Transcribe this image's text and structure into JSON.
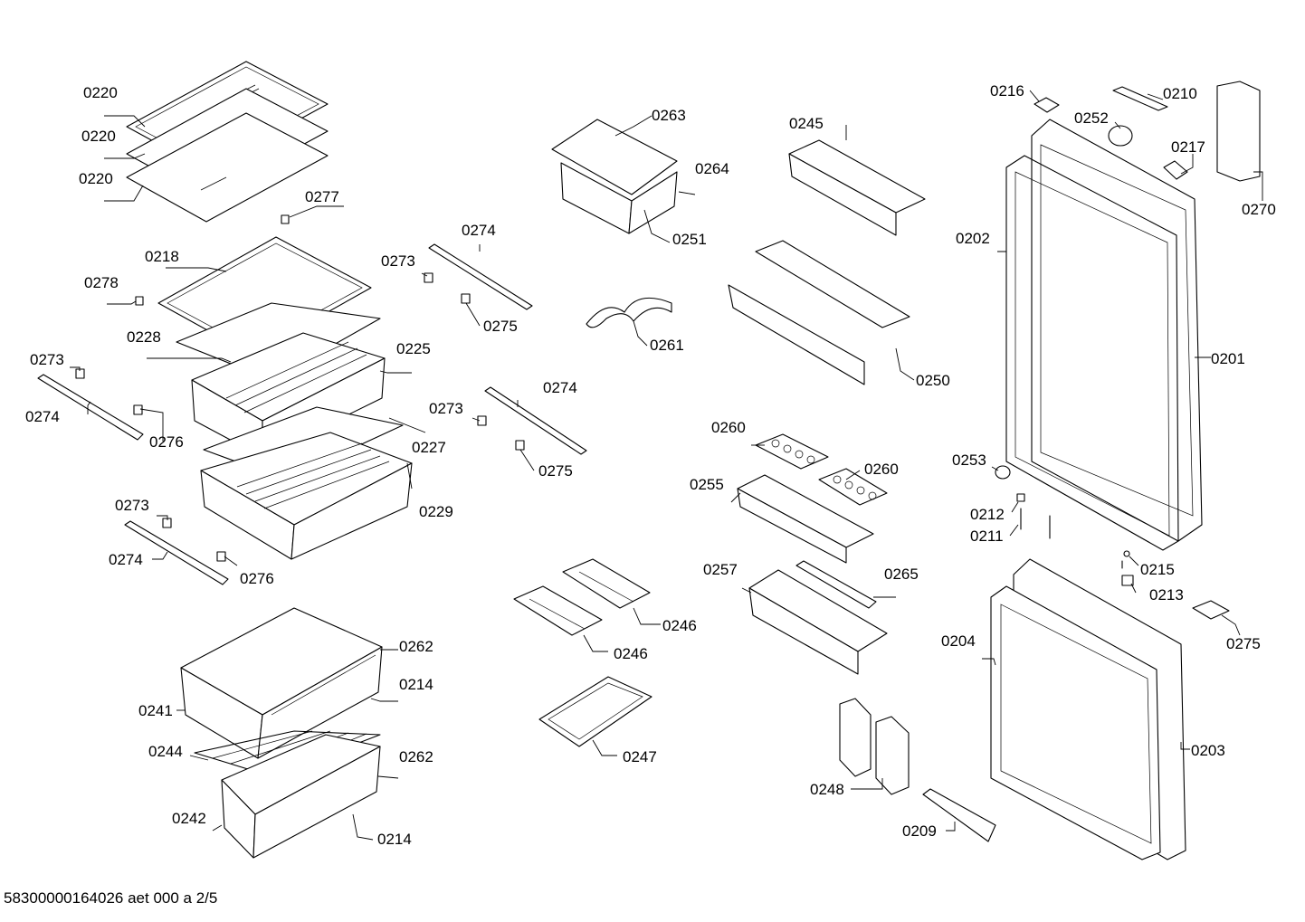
{
  "footer": "58300000164026 aet 000 a 2/5",
  "labels": {
    "l0220a": "0220",
    "l0220b": "0220",
    "l0220c": "0220",
    "l0277": "0277",
    "l0218": "0218",
    "l0278": "0278",
    "l0228": "0228",
    "l0225": "0225",
    "l0273a": "0273",
    "l0274a": "0274",
    "l0276a": "0276",
    "l0227": "0227",
    "l0229": "0229",
    "l0273b": "0273",
    "l0274b": "0274",
    "l0276b": "0276",
    "l0273c": "0273",
    "l0274c": "0274",
    "l0275a": "0275",
    "l0273d": "0273",
    "l0274d": "0274",
    "l0275b": "0275",
    "l0263": "0263",
    "l0264": "0264",
    "l0251": "0251",
    "l0261": "0261",
    "l0245": "0245",
    "l0250": "0250",
    "l0260a": "0260",
    "l0260b": "0260",
    "l0255": "0255",
    "l0257": "0257",
    "l0265": "0265",
    "l0246a": "0246",
    "l0246b": "0246",
    "l0247": "0247",
    "l0262a": "0262",
    "l0214a": "0214",
    "l0241": "0241",
    "l0244": "0244",
    "l0262b": "0262",
    "l0242": "0242",
    "l0214b": "0214",
    "l0216": "0216",
    "l0210": "0210",
    "l0252": "0252",
    "l0217": "0217",
    "l0270": "0270",
    "l0202": "0202",
    "l0201": "0201",
    "l0253": "0253",
    "l0212": "0212",
    "l0211": "0211",
    "l0215": "0215",
    "l0213": "0213",
    "l0275c": "0275",
    "l0204": "0204",
    "l0203": "0203",
    "l0248": "0248",
    "l0209": "0209"
  }
}
